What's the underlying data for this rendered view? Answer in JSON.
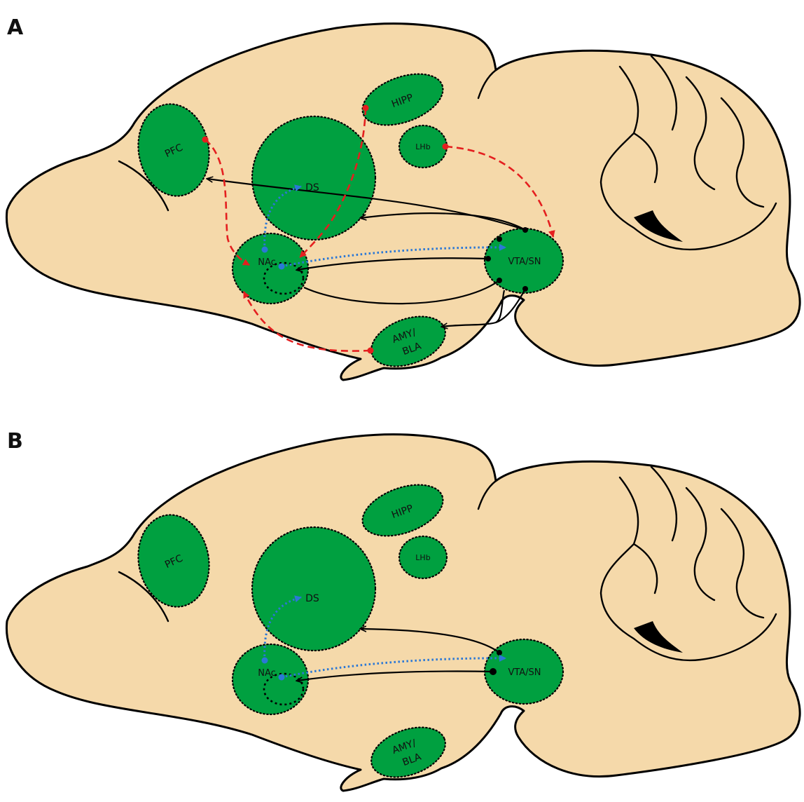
{
  "panels": [
    {
      "letter": "A",
      "regions": {
        "pfc": "PFC",
        "ds": "DS",
        "hipp": "HIPP",
        "lhb": "LHb",
        "nac": "NAc",
        "vta": "VTA/SN",
        "amy_line1": "AMY/",
        "amy_line2": "BLA"
      }
    },
    {
      "letter": "B",
      "regions": {
        "pfc": "PFC",
        "ds": "DS",
        "hipp": "HIPP",
        "lhb": "LHb",
        "nac": "NAc",
        "vta": "VTA/SN",
        "amy_line1": "AMY/",
        "amy_line2": "BLA"
      }
    }
  ],
  "colors": {
    "brain": "#f5d9aa",
    "region": "#00a040",
    "glutamatergic_projection": "#e41f1f",
    "local_projection": "#2b78d6",
    "dopaminergic_projection": "#000000"
  }
}
